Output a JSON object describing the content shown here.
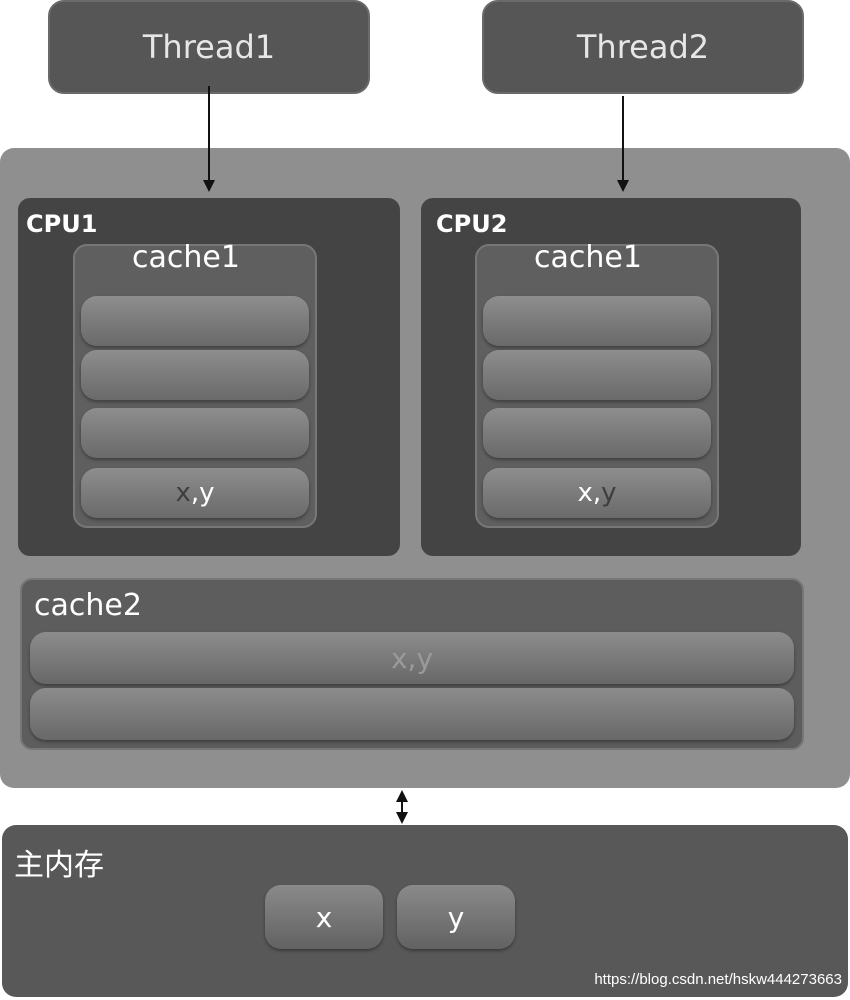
{
  "threads": [
    "Thread1",
    "Thread2"
  ],
  "cpus": [
    {
      "label": "CPU1",
      "cache_title": "cache1",
      "slot4": {
        "x": "x",
        "sep": ",",
        "y": "y"
      }
    },
    {
      "label": "CPU2",
      "cache_title": "cache1",
      "slot4": {
        "x": "x",
        "sep": ",",
        "y": "y"
      }
    }
  ],
  "cache2": {
    "title": "cache2",
    "line1": "x,y"
  },
  "main_memory": {
    "label": "主内存",
    "cells": [
      "x",
      "y"
    ]
  },
  "watermark": "https://blog.csdn.net/hskw444273663"
}
